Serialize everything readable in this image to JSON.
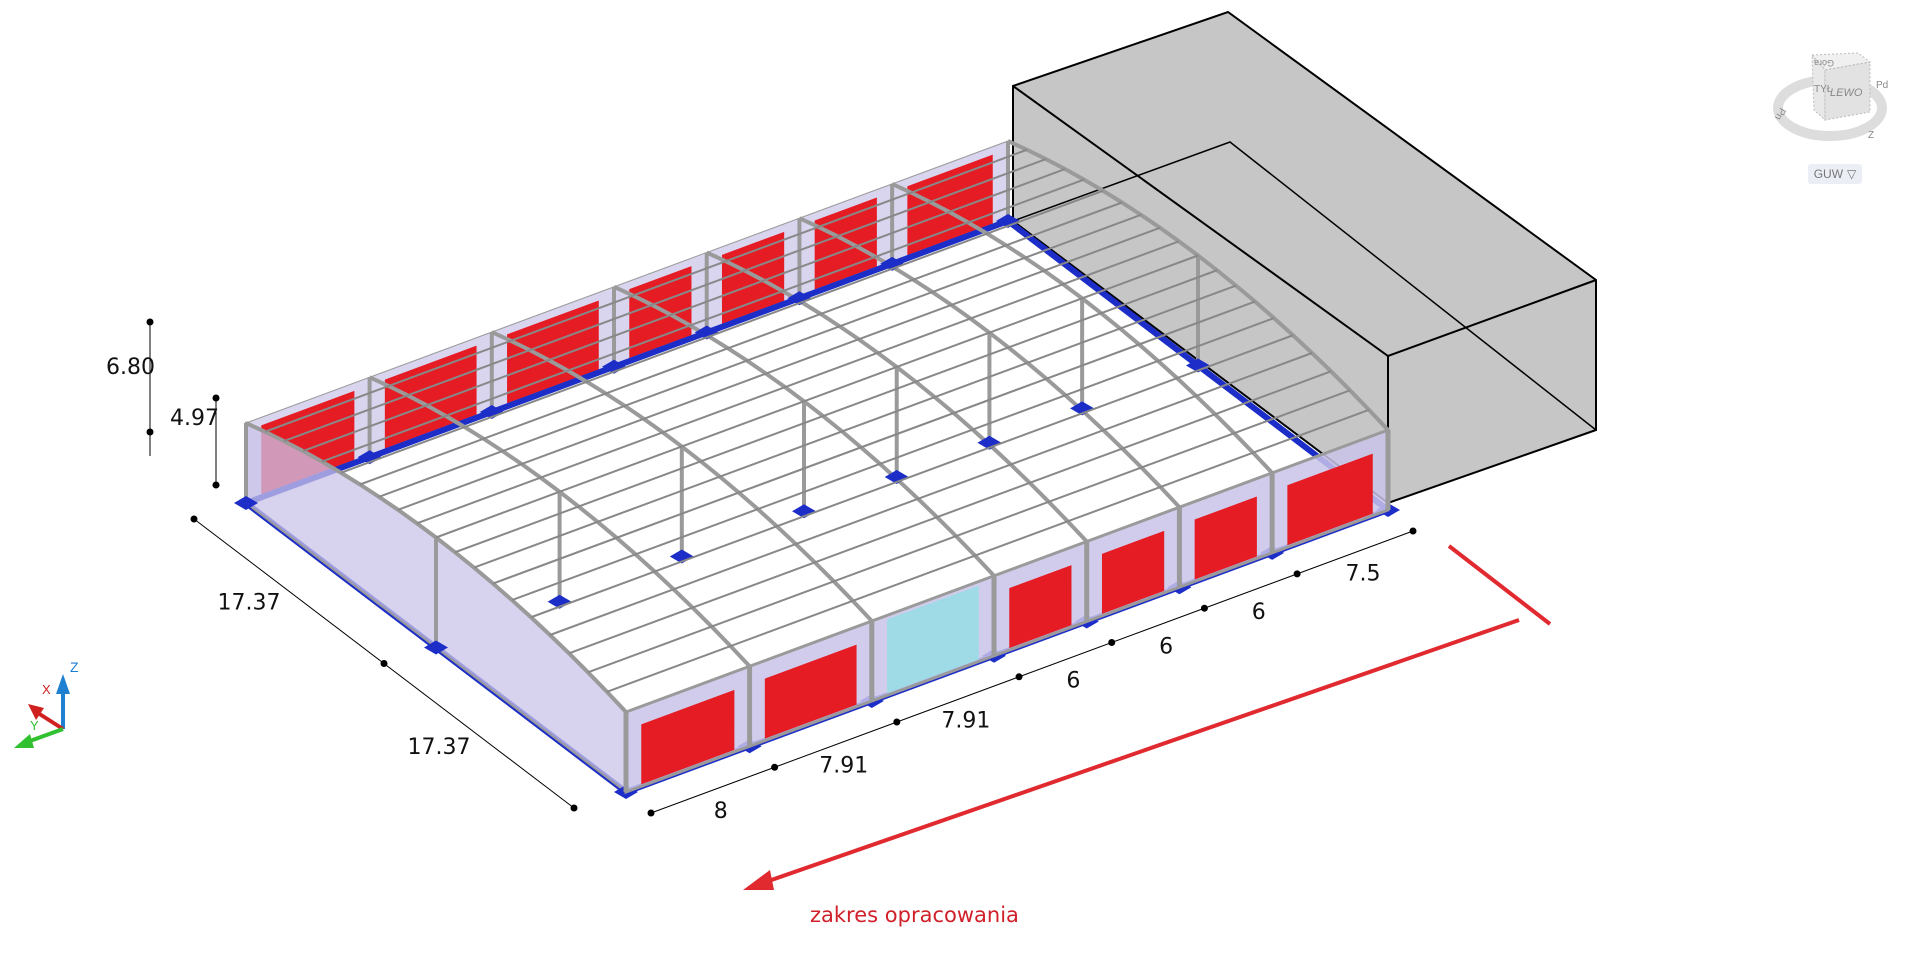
{
  "dimensions": {
    "heights": [
      "6.80",
      "4.97"
    ],
    "width_bays": [
      "17.37",
      "17.37"
    ],
    "length_bays": [
      "8",
      "7.91",
      "7.91",
      "6",
      "6",
      "6",
      "7.5"
    ]
  },
  "annotation": {
    "label": "zakres opracowania",
    "color": "#d0202a"
  },
  "viewcube": {
    "top": "Góra",
    "left_face": "TYŁ",
    "right_face": "LEWO",
    "compass": {
      "right": "Pd",
      "bottom": "Z",
      "left": "Pn"
    },
    "view_menu": "GUW"
  },
  "axes": {
    "x": "X",
    "y": "Y",
    "z": "Z"
  },
  "colors": {
    "wall": "#c9c3e8",
    "door": "#e51c24",
    "glazing": "#9fdbe6",
    "frame": "#9a9a9a",
    "foundation": "#1d2ec8",
    "volume": "#c6c6c6"
  },
  "doors_front": [
    "door",
    "door",
    "glazing",
    "door",
    "door",
    "door",
    "door"
  ]
}
